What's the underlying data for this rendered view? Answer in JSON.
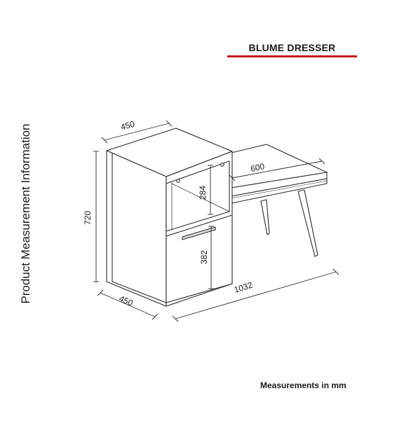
{
  "header": {
    "title": "BLUME DRESSER",
    "accent_color": "#c0191f"
  },
  "side_label": "Product Measurement Information",
  "footer": {
    "units_note": "Measurements in mm"
  },
  "dimensions": {
    "top_depth": "450",
    "bench_length": "600",
    "shelf_height": "284",
    "total_height": "720",
    "drawer_height": "382",
    "bottom_depth": "450",
    "total_width": "1032"
  }
}
